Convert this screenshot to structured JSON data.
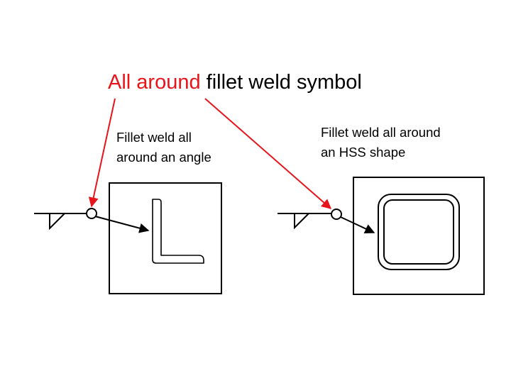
{
  "title": {
    "highlight": "All around",
    "rest": " fillet weld symbol",
    "highlight_color": "#e8141c"
  },
  "captions": {
    "angle": [
      "Fillet weld all",
      "around an angle"
    ],
    "hss": [
      "Fillet weld all around",
      "an HSS shape"
    ]
  },
  "colors": {
    "arrow_red": "#e8141c",
    "line": "#000000"
  }
}
